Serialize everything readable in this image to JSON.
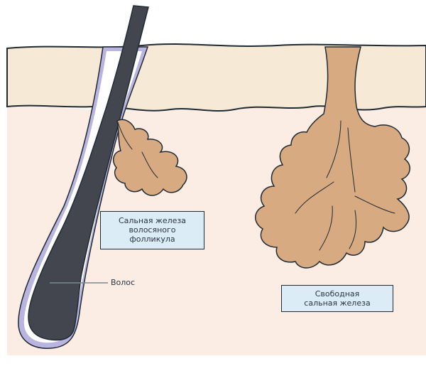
{
  "labels": {
    "follicle_gland": [
      "Сальная железа",
      "волосяного",
      "фолликула"
    ],
    "hair": "Волос",
    "free_gland": [
      "Свободная",
      "сальная железа"
    ]
  },
  "colors": {
    "background": "#ffffff",
    "epidermis": "#f6ead6",
    "dermis": "#fbede4",
    "gland": "#d7aa82",
    "hair": "#43464f",
    "follicle_sheath": "#b9b5e0",
    "label_box": "#dcecf6",
    "outline": "#1f2a33"
  }
}
